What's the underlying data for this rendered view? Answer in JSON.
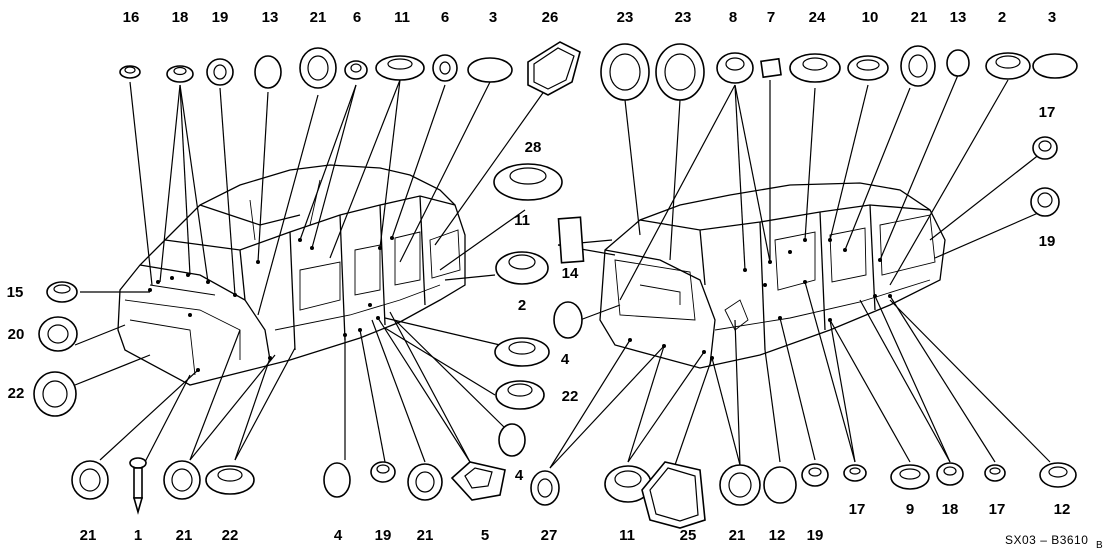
{
  "diagram": {
    "title_code": "SX03 – B3610",
    "title_suffix": "B",
    "callouts": {
      "c16": "16",
      "c18": "18",
      "c19a": "19",
      "c13a": "13",
      "c21a": "21",
      "c6a": "6",
      "c11a": "11",
      "c6b": "6",
      "c3a": "3",
      "c26": "26",
      "c23a": "23",
      "c23b": "23",
      "c8": "8",
      "c7": "7",
      "c24": "24",
      "c10": "10",
      "c21b": "21",
      "c13b": "13",
      "c2a": "2",
      "c3b": "3",
      "c17a": "17",
      "c19b": "19",
      "c28": "28",
      "c11b": "11",
      "c14": "14",
      "c2b": "2",
      "c4a": "4",
      "c22a": "22",
      "c4b": "4",
      "c15": "15",
      "c20": "20",
      "c22b": "22",
      "b21a": "21",
      "b1": "1",
      "b21b": "21",
      "b22": "22",
      "b4": "4",
      "b19a": "19",
      "b21c": "21",
      "b5": "5",
      "b27": "27",
      "b11": "11",
      "b25": "25",
      "b21d": "21",
      "b12a": "12",
      "b19b": "19",
      "b17a": "17",
      "b9": "9",
      "b18": "18",
      "b17b": "17",
      "b12b": "12"
    }
  }
}
